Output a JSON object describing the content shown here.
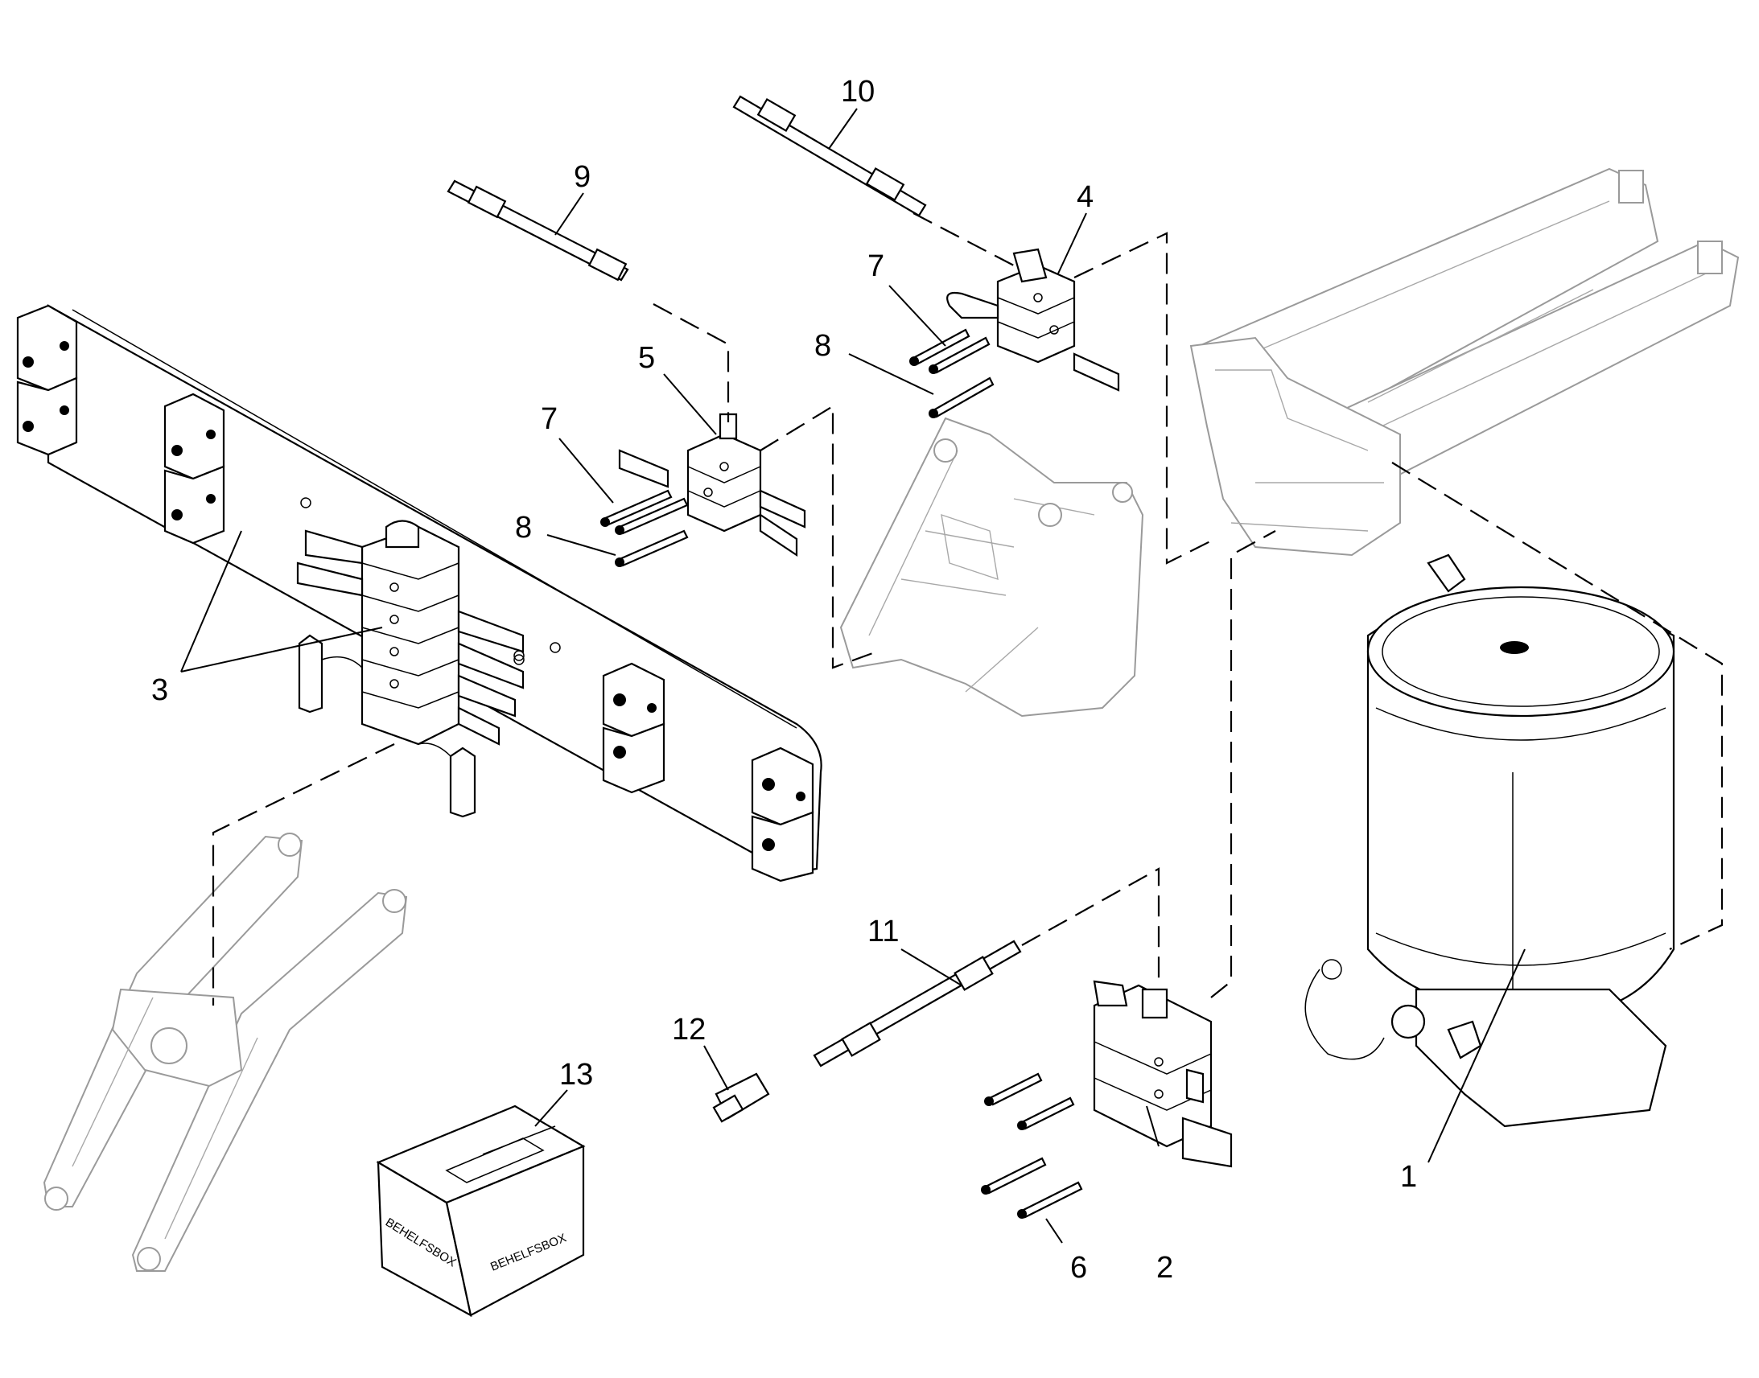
{
  "callouts": [
    {
      "label": "1",
      "name": "callout-1"
    },
    {
      "label": "2",
      "name": "callout-2"
    },
    {
      "label": "3",
      "name": "callout-3"
    },
    {
      "label": "4",
      "name": "callout-4"
    },
    {
      "label": "5",
      "name": "callout-5"
    },
    {
      "label": "6",
      "name": "callout-6"
    },
    {
      "label": "7",
      "name": "callout-7-upper"
    },
    {
      "label": "7",
      "name": "callout-7-lower"
    },
    {
      "label": "8",
      "name": "callout-8-upper"
    },
    {
      "label": "8",
      "name": "callout-8-lower"
    },
    {
      "label": "9",
      "name": "callout-9"
    },
    {
      "label": "10",
      "name": "callout-10"
    },
    {
      "label": "11",
      "name": "callout-11"
    },
    {
      "label": "12",
      "name": "callout-12"
    },
    {
      "label": "13",
      "name": "callout-13"
    }
  ],
  "box": {
    "label_front": "BEHELFSBOX",
    "label_side": "BEHELFSBOX"
  }
}
